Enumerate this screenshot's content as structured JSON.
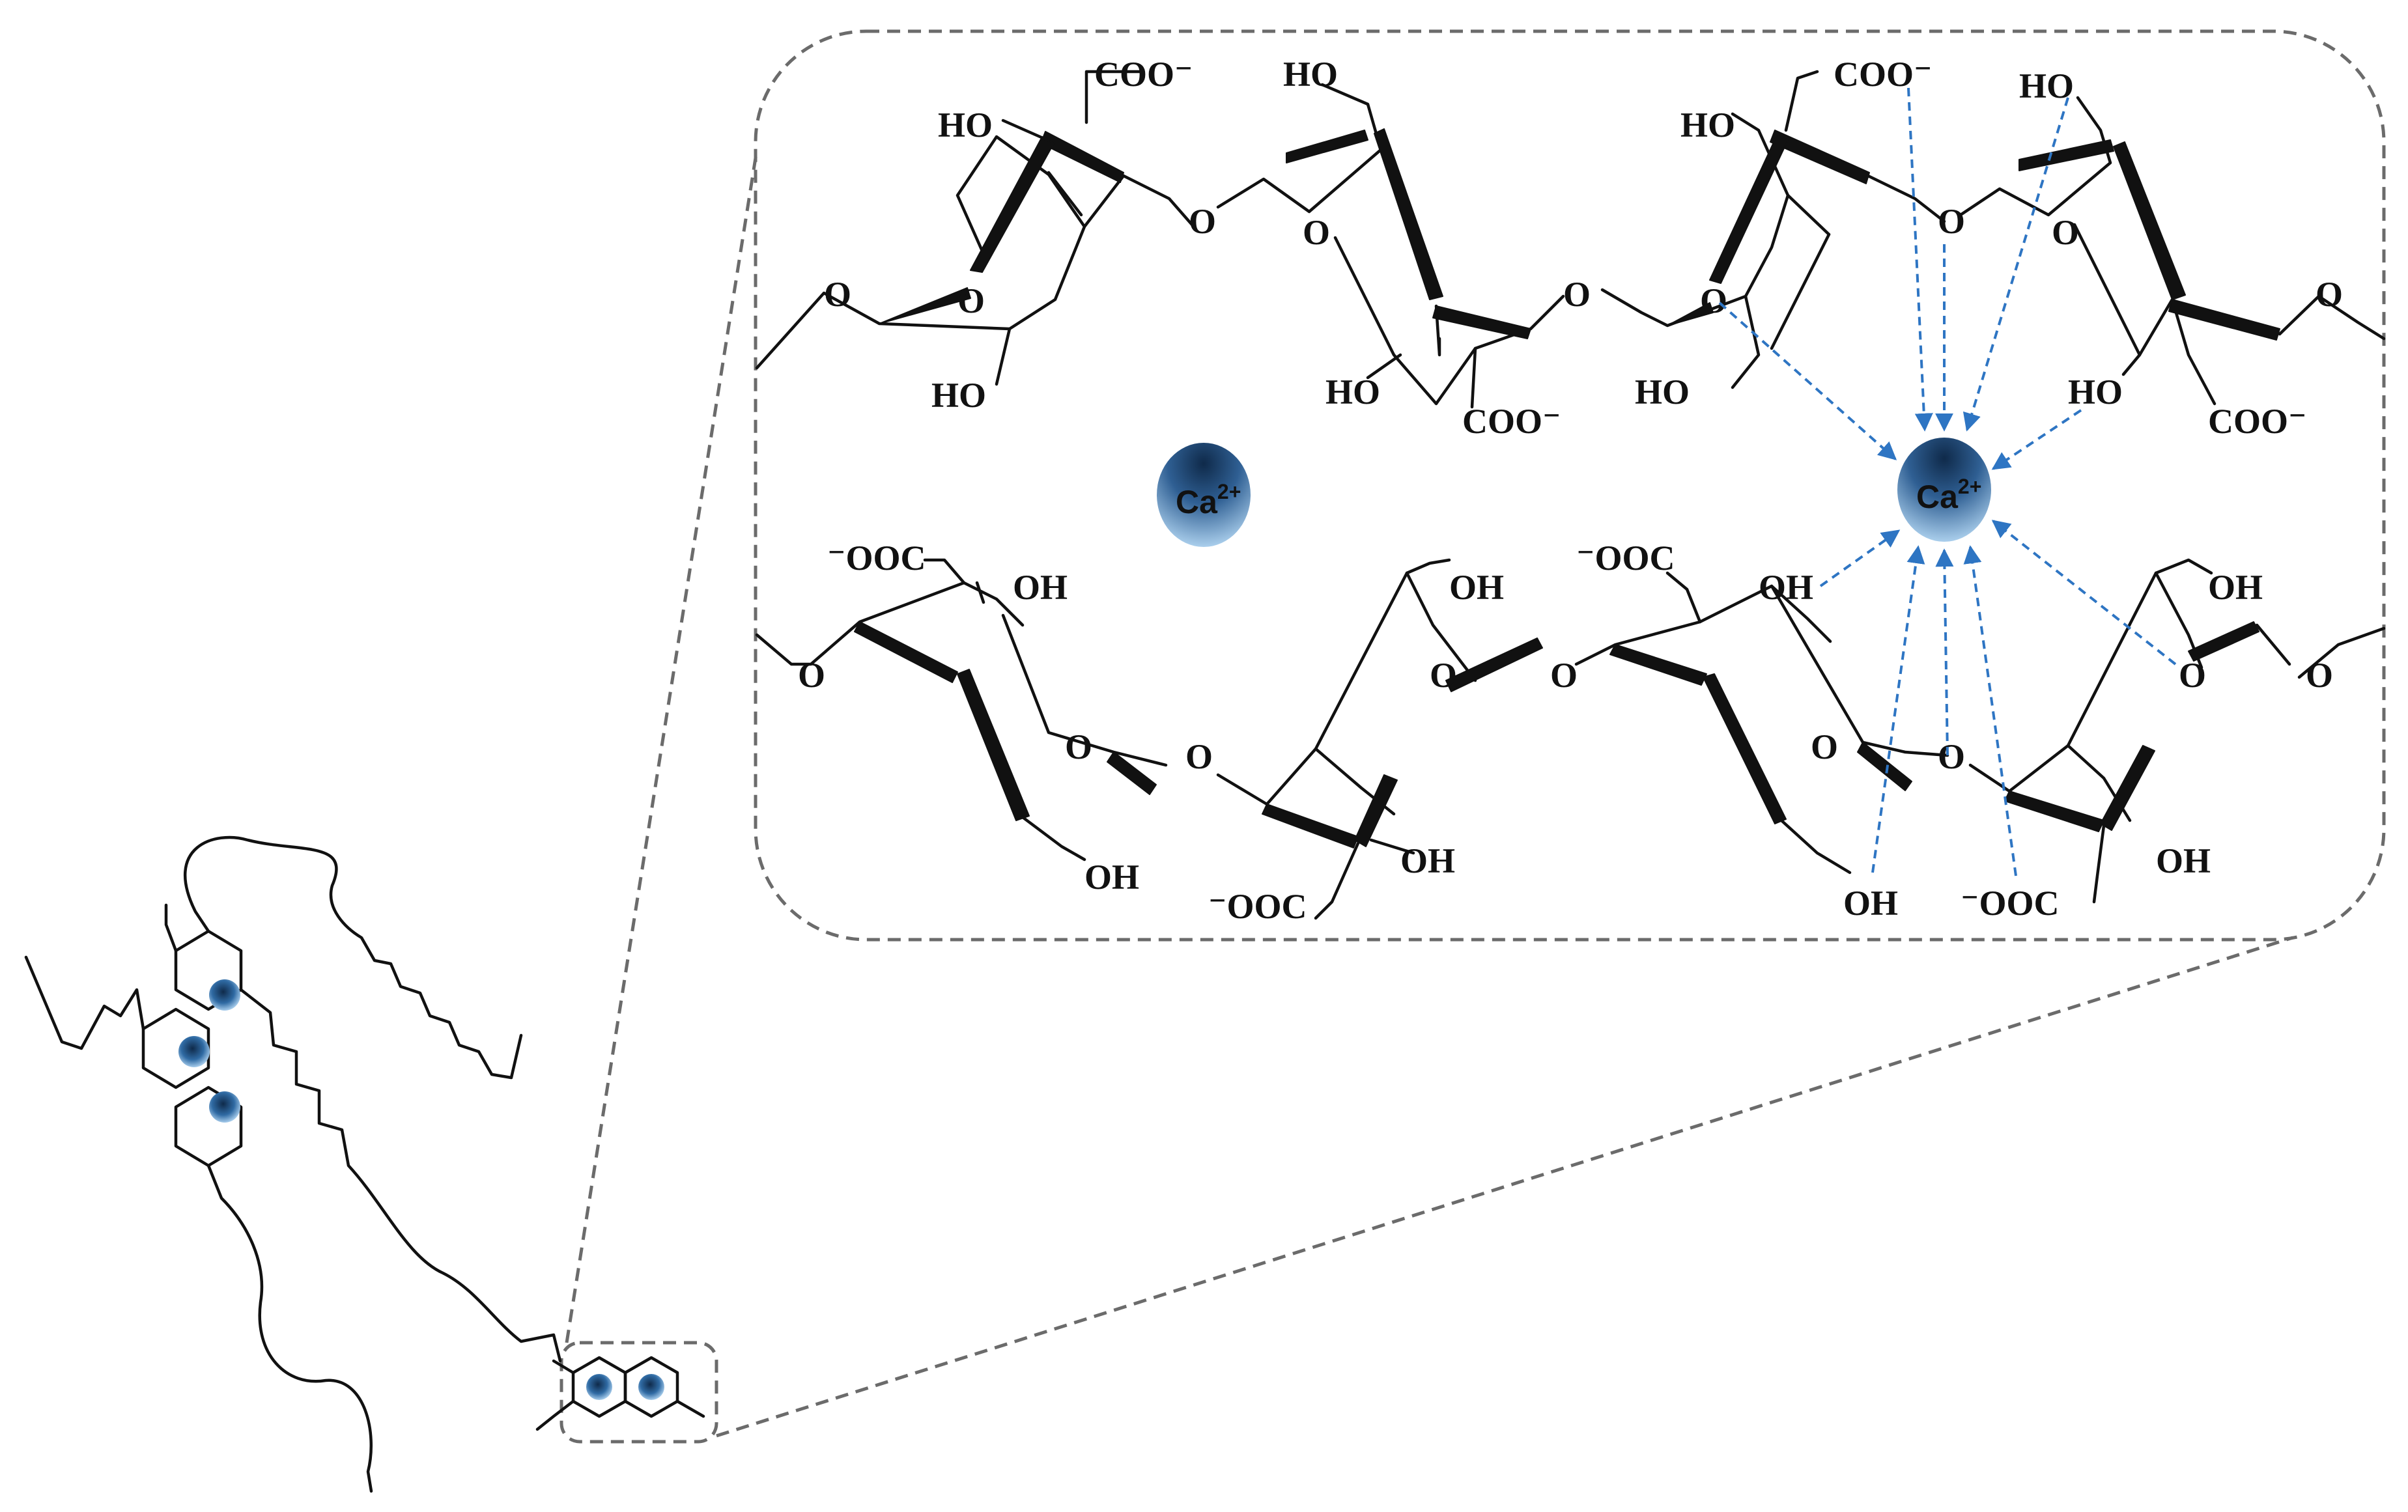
{
  "colors": {
    "bond": "#111111",
    "frame_dash": "#6b6b6b",
    "coordination_arrow": "#2e75c3",
    "ion_dark": "#1f3f66",
    "ion_light": "#a7cdee"
  },
  "ions": [
    {
      "symbol": "Ca",
      "charge": "2+"
    },
    {
      "symbol": "Ca",
      "charge": "2+"
    }
  ],
  "labels": {
    "o": "O",
    "ho": "HO",
    "oh": "OH",
    "coo_minus": "COO⁻",
    "minus_ooc": "⁻OOC"
  }
}
